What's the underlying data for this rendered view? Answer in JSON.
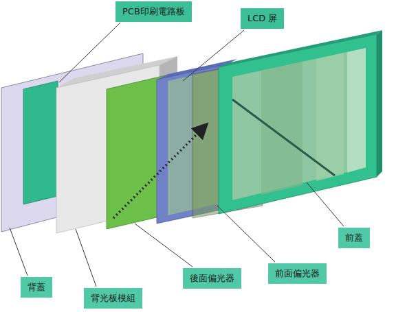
{
  "diagram": {
    "nodes": [
      {
        "text": [
          "PCB印刷電路板"
        ]
      },
      {
        "text": [
          "LCD 屏"
        ]
      },
      {
        "text": [
          "前蓋"
        ]
      },
      {
        "text": [
          "前面偏光器"
        ]
      },
      {
        "text": [
          "後面偏光器"
        ]
      },
      {
        "text": [
          "背蓋"
        ]
      },
      {
        "text": [
          "背光板模組"
        ]
      }
    ]
  }
}
